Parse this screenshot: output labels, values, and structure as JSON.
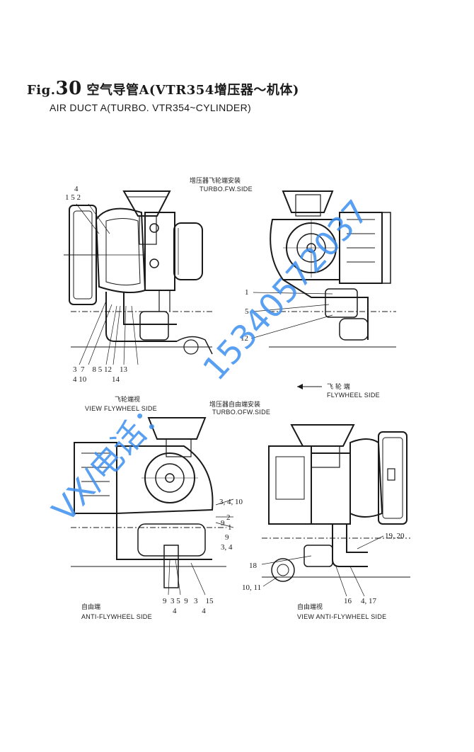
{
  "header": {
    "fig_prefix": "Fig.",
    "fig_number": "30",
    "title_cn": "空气导管A(VTR354增压器～机体)",
    "title_en": "AIR DUCT A(TURBO. VTR354~CYLINDER)"
  },
  "captions": {
    "turbo_fw_cn": "增压器飞轮端安装",
    "turbo_fw_en": "TURBO.FW.SIDE",
    "view_fw_cn": "飞轮端视",
    "view_fw_en": "VIEW  FLYWHEEL SIDE",
    "flywheel_cn": "飞 轮 端",
    "flywheel_en": "FLYWHEEL SIDE",
    "turbo_ofw_cn": "增压器自由端安装",
    "turbo_ofw_en": "TURBO.OFW.SIDE",
    "anti_cn": "自由端",
    "anti_en": "ANTI-FLYWHEEL SIDE",
    "view_anti_cn": "自由端视",
    "view_anti_en": "VIEW  ANTI-FLYWHEEL SIDE"
  },
  "labels": {
    "tl_top_4": "4",
    "tl_top_152": "1 5 2",
    "tl_b1": "3  7    8 5 12    13",
    "tl_b2": "4 10             14",
    "tr_1": "1",
    "tr_5": "5",
    "tr_12": "12",
    "bl_31": "3, 4, 10",
    "bl_2": "2",
    "bl_9a": "9",
    "bl_1": "1",
    "bl_9b": "9",
    "bl_34": "3, 4",
    "bl_b1": "9  3 5  9   3    15",
    "bl_b2": "4             4",
    "br_1920": "19, 20",
    "br_18": "18",
    "br_1011": "10, 11",
    "br_16": "16",
    "br_417": "4, 17"
  },
  "watermark": {
    "phone": "15340572037",
    "contact": "VX/电话："
  }
}
